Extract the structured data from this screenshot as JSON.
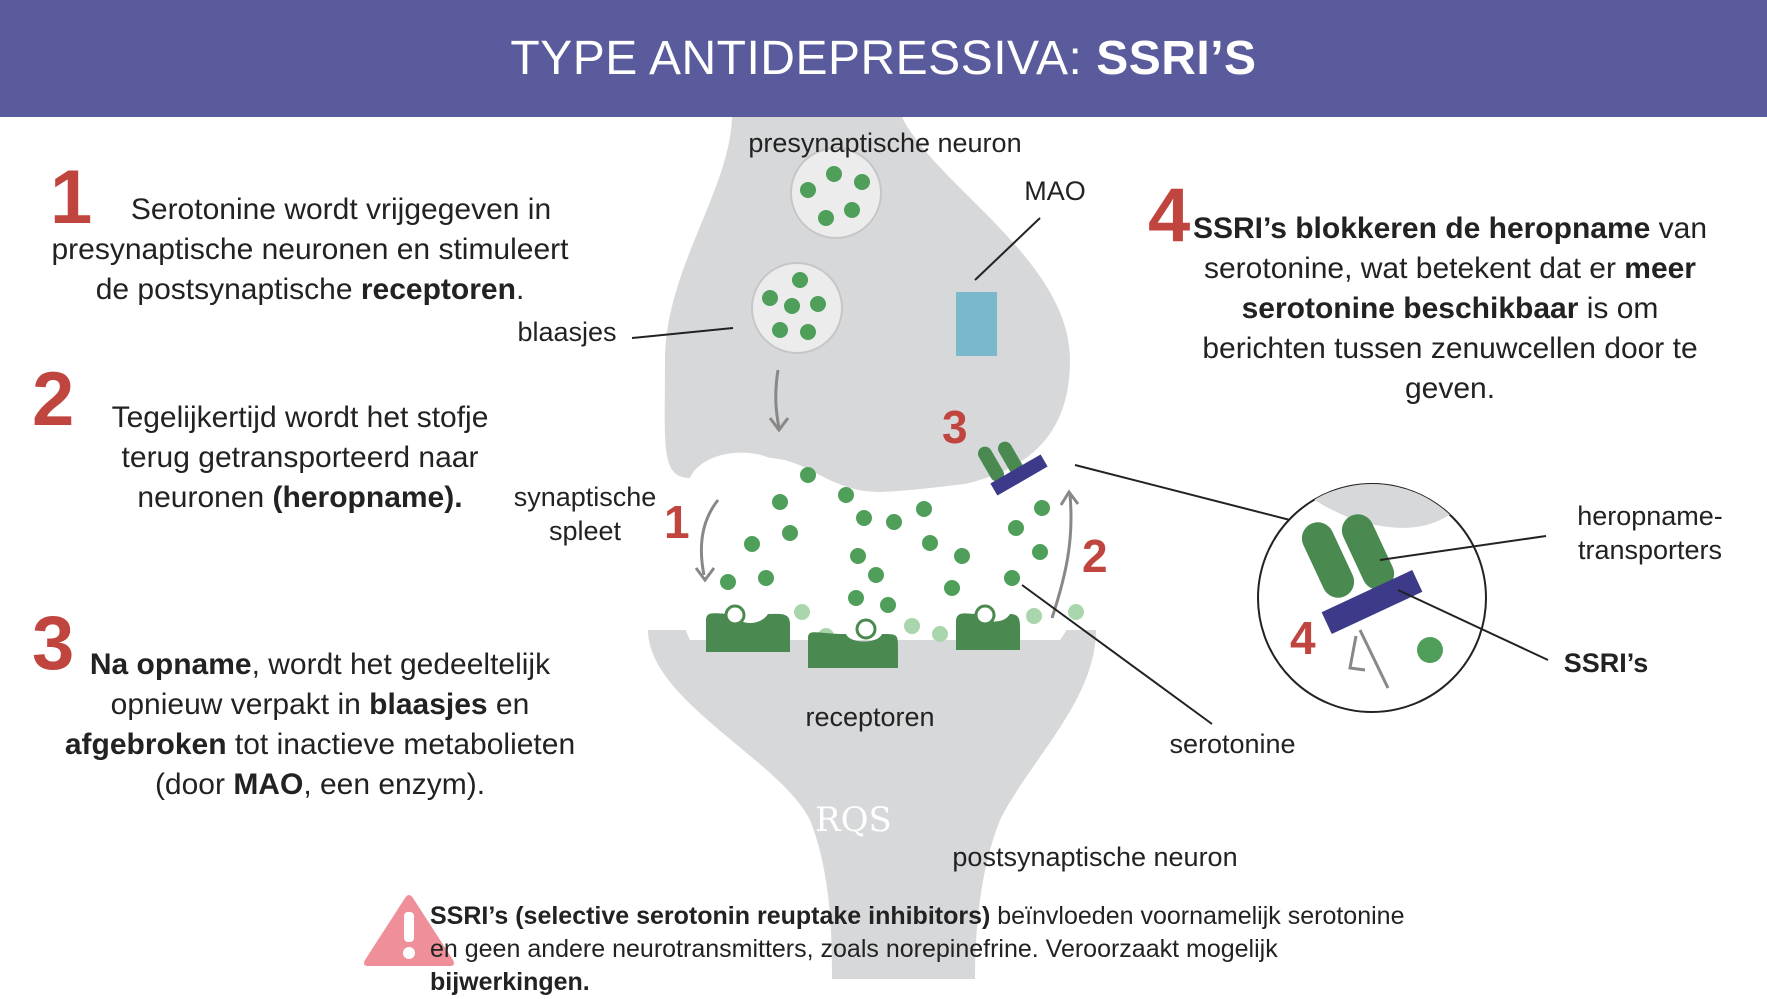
{
  "header": {
    "title_plain": "TYPE ANTIDEPRESSIVA: ",
    "title_bold": "SSRI’S"
  },
  "steps": [
    {
      "number": "1",
      "parts": [
        {
          "t": "Serotonine wordt vrijgegeven in presynaptische neuronen en stimuleert de postsynaptische ",
          "b": false
        },
        {
          "t": "receptoren",
          "b": true
        },
        {
          "t": ".",
          "b": false
        }
      ]
    },
    {
      "number": "2",
      "parts": [
        {
          "t": "Tegelijkertijd wordt het stofje terug getransporteerd naar neuronen ",
          "b": false
        },
        {
          "t": "(heropname).",
          "b": true
        }
      ]
    },
    {
      "number": "3",
      "parts": [
        {
          "t": "Na opname",
          "b": true
        },
        {
          "t": ", wordt het gedeeltelijk opnieuw verpakt in ",
          "b": false
        },
        {
          "t": "blaasjes",
          "b": true
        },
        {
          "t": " en ",
          "b": false
        },
        {
          "t": "afgebroken",
          "b": true
        },
        {
          "t": " tot inactieve metabolieten (door ",
          "b": false
        },
        {
          "t": "MAO",
          "b": true
        },
        {
          "t": ", een enzym).",
          "b": false
        }
      ]
    },
    {
      "number": "4",
      "parts": [
        {
          "t": "SSRI’s blokkeren de heropname",
          "b": true
        },
        {
          "t": " van serotonine, wat betekent dat er ",
          "b": false
        },
        {
          "t": "meer serotonine beschikbaar",
          "b": true
        },
        {
          "t": " is om berichten tussen zenuwcellen door te geven.",
          "b": false
        }
      ]
    }
  ],
  "labels": {
    "presynaptic": "presynaptische neuron",
    "mao": "MAO",
    "vesicles": "blaasjes",
    "cleft_line1": "synaptische",
    "cleft_line2": "spleet",
    "receptors": "receptoren",
    "serotonin": "serotonine",
    "postsynaptic": "postsynaptische neuron",
    "transporters_line1": "heropname-",
    "transporters_line2": "transporters",
    "ssris": "SSRI’s"
  },
  "diagram_numbers": {
    "n1": "1",
    "n2": "2",
    "n3": "3",
    "n4": "4"
  },
  "logo_text": "RQS",
  "warning": {
    "parts": [
      {
        "t": "SSRI’s (selective serotonin reuptake inhibitors)",
        "b": true
      },
      {
        "t": " beïnvloeden voornamelijk serotonine en geen andere neurotransmitters, zoals norepinefrine. Veroorzaakt mogelijk ",
        "b": false
      },
      {
        "t": "bijwerkingen.",
        "b": true
      }
    ]
  },
  "colors": {
    "header_bg": "#5a5b9c",
    "accent_red": "#c0453f",
    "neuron_gray": "#d7d8da",
    "serotonin_green": "#4f9e5a",
    "receptor_green": "#4a8a50",
    "mao_blue": "#7ab9cc",
    "ssri_indigo": "#3d3a8a",
    "warning_pink": "#ef8f99"
  }
}
